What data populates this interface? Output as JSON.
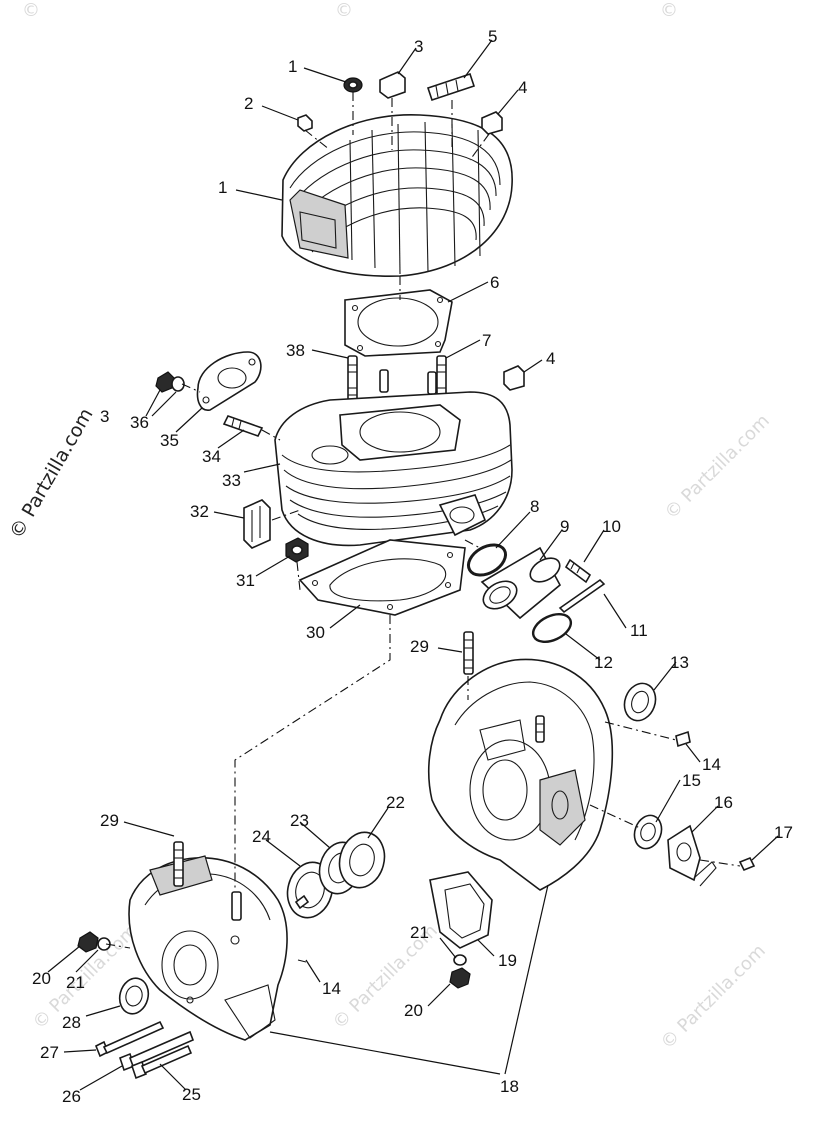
{
  "watermark": {
    "text": "© Partzilla.com",
    "copyright_mark": "©"
  },
  "callouts": [
    {
      "id": "1"
    },
    {
      "id": "2"
    },
    {
      "id": "3"
    },
    {
      "id": "4"
    },
    {
      "id": "5"
    },
    {
      "id": "4b",
      "text": "4"
    },
    {
      "id": "6"
    },
    {
      "id": "7"
    },
    {
      "id": "4c",
      "text": "4"
    },
    {
      "id": "38"
    },
    {
      "id": "3b",
      "text": "3"
    },
    {
      "id": "36"
    },
    {
      "id": "35"
    },
    {
      "id": "34"
    },
    {
      "id": "33"
    },
    {
      "id": "32"
    },
    {
      "id": "31"
    },
    {
      "id": "30"
    },
    {
      "id": "8"
    },
    {
      "id": "9"
    },
    {
      "id": "10"
    },
    {
      "id": "11"
    },
    {
      "id": "12"
    },
    {
      "id": "29"
    },
    {
      "id": "13"
    },
    {
      "id": "14"
    },
    {
      "id": "15"
    },
    {
      "id": "16"
    },
    {
      "id": "17"
    },
    {
      "id": "29b",
      "text": "29"
    },
    {
      "id": "24"
    },
    {
      "id": "23"
    },
    {
      "id": "22"
    },
    {
      "id": "20"
    },
    {
      "id": "21"
    },
    {
      "id": "14b",
      "text": "14"
    },
    {
      "id": "28"
    },
    {
      "id": "21b",
      "text": "21"
    },
    {
      "id": "19"
    },
    {
      "id": "20b",
      "text": "20"
    },
    {
      "id": "27"
    },
    {
      "id": "26"
    },
    {
      "id": "25"
    },
    {
      "id": "18"
    }
  ]
}
